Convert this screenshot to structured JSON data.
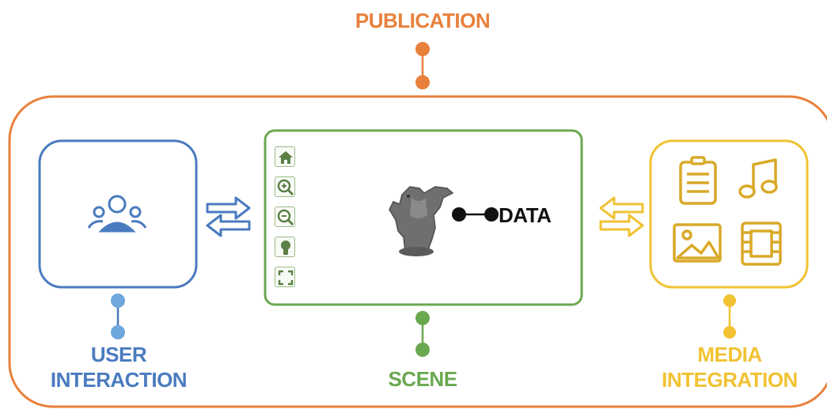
{
  "colors": {
    "publication": "#e8803c",
    "user": "#4a7bbf",
    "scene": "#6aa84f",
    "media": "#f1c232",
    "icon_green": "#5b7f45",
    "icon_gold": "#d9a928"
  },
  "labels": {
    "publication": "PUBLICATION",
    "user_line1": "USER",
    "user_line2": "INTERACTION",
    "scene": "SCENE",
    "media_line1": "MEDIA",
    "media_line2": "INTEGRATION",
    "data": "DATA"
  },
  "scene_toolbar": [
    "home-icon",
    "zoom-in-icon",
    "zoom-out-icon",
    "light-icon",
    "fullscreen-icon"
  ],
  "user_icon": "users-group-icon",
  "media_icons": [
    "document-icon",
    "music-note-icon",
    "image-icon",
    "film-icon"
  ],
  "scene_object": "gargoyle-statue-image"
}
